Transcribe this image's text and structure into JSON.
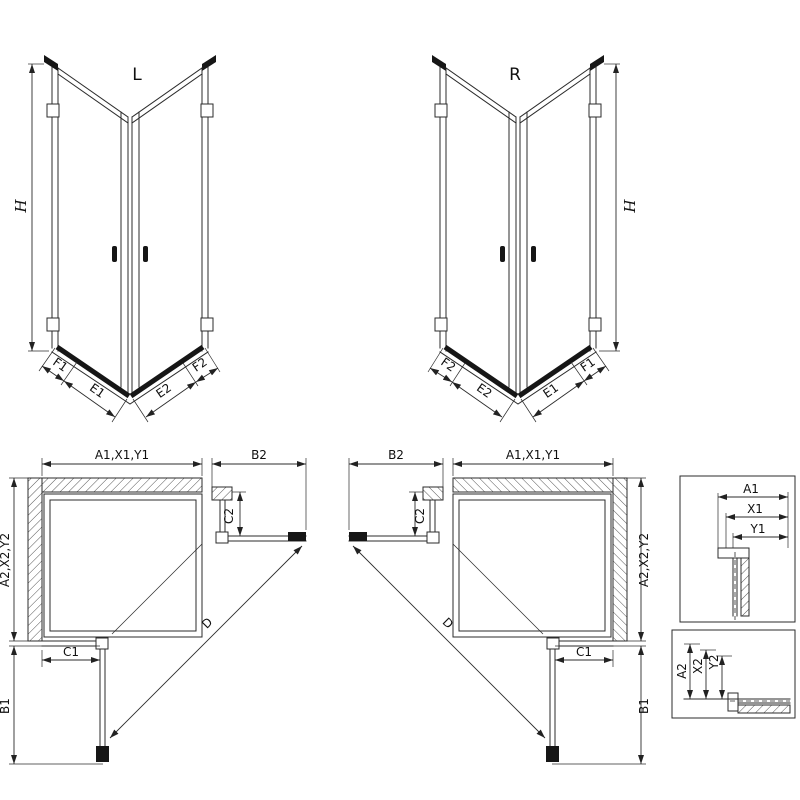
{
  "colors": {
    "line": "#2b2b2b",
    "dark_fill": "#161616",
    "background": "#ffffff"
  },
  "iso_left": {
    "label": "L",
    "h": "H",
    "chain_left": [
      "F1",
      "E1"
    ],
    "chain_right": [
      "E2",
      "F2"
    ]
  },
  "iso_right": {
    "label": "R",
    "h": "H",
    "chain_left": [
      "F2",
      "E2"
    ],
    "chain_right": [
      "E1",
      "F1"
    ]
  },
  "plan_left": {
    "top_width": "A1,X1,Y1",
    "top_side": "B2",
    "side": "C2",
    "left_height": "A2,X2,Y2",
    "bottom_fixed": "C1",
    "bottom_door": "B1",
    "diagonal": "D"
  },
  "plan_right": {
    "top_width": "A1,X1,Y1",
    "top_side": "B2",
    "side": "C2",
    "right_height": "A2,X2,Y2",
    "bottom_fixed": "C1",
    "bottom_door": "B1",
    "diagonal": "D"
  },
  "detail_top": {
    "dims": [
      "A1",
      "X1",
      "Y1"
    ]
  },
  "detail_bottom": {
    "dims": [
      "A2",
      "X2",
      "Y2"
    ]
  }
}
